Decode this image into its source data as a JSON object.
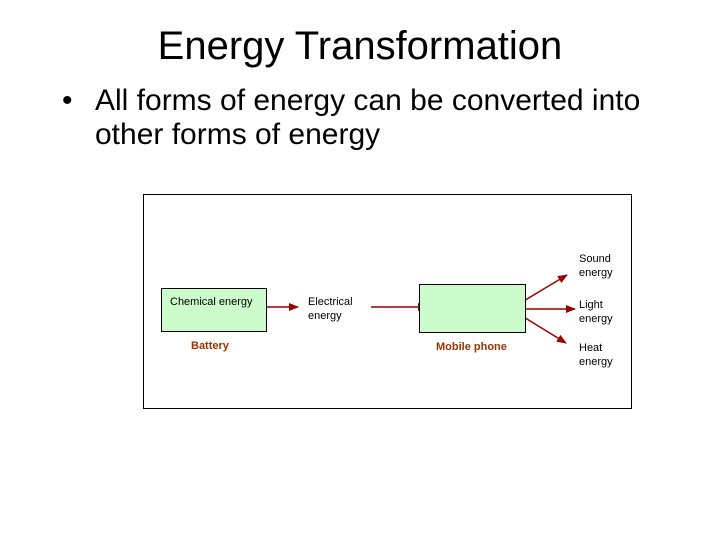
{
  "slide": {
    "title": "Energy Transformation",
    "bullet": {
      "marker": "•",
      "text": "All forms of energy can be converted into other forms of energy"
    }
  },
  "diagram": {
    "source_box": {
      "label": "Chemical energy",
      "caption": "Battery"
    },
    "carrier_label": "Electrical energy",
    "device_box": {
      "label": "",
      "caption": "Mobile phone"
    },
    "outputs": [
      "Sound energy",
      "Light energy",
      "Heat energy"
    ],
    "colors": {
      "box_fill": "#ccfccc",
      "box_border": "#000000",
      "arrow": "#990000",
      "caption": "#993300",
      "text": "#000000"
    }
  }
}
